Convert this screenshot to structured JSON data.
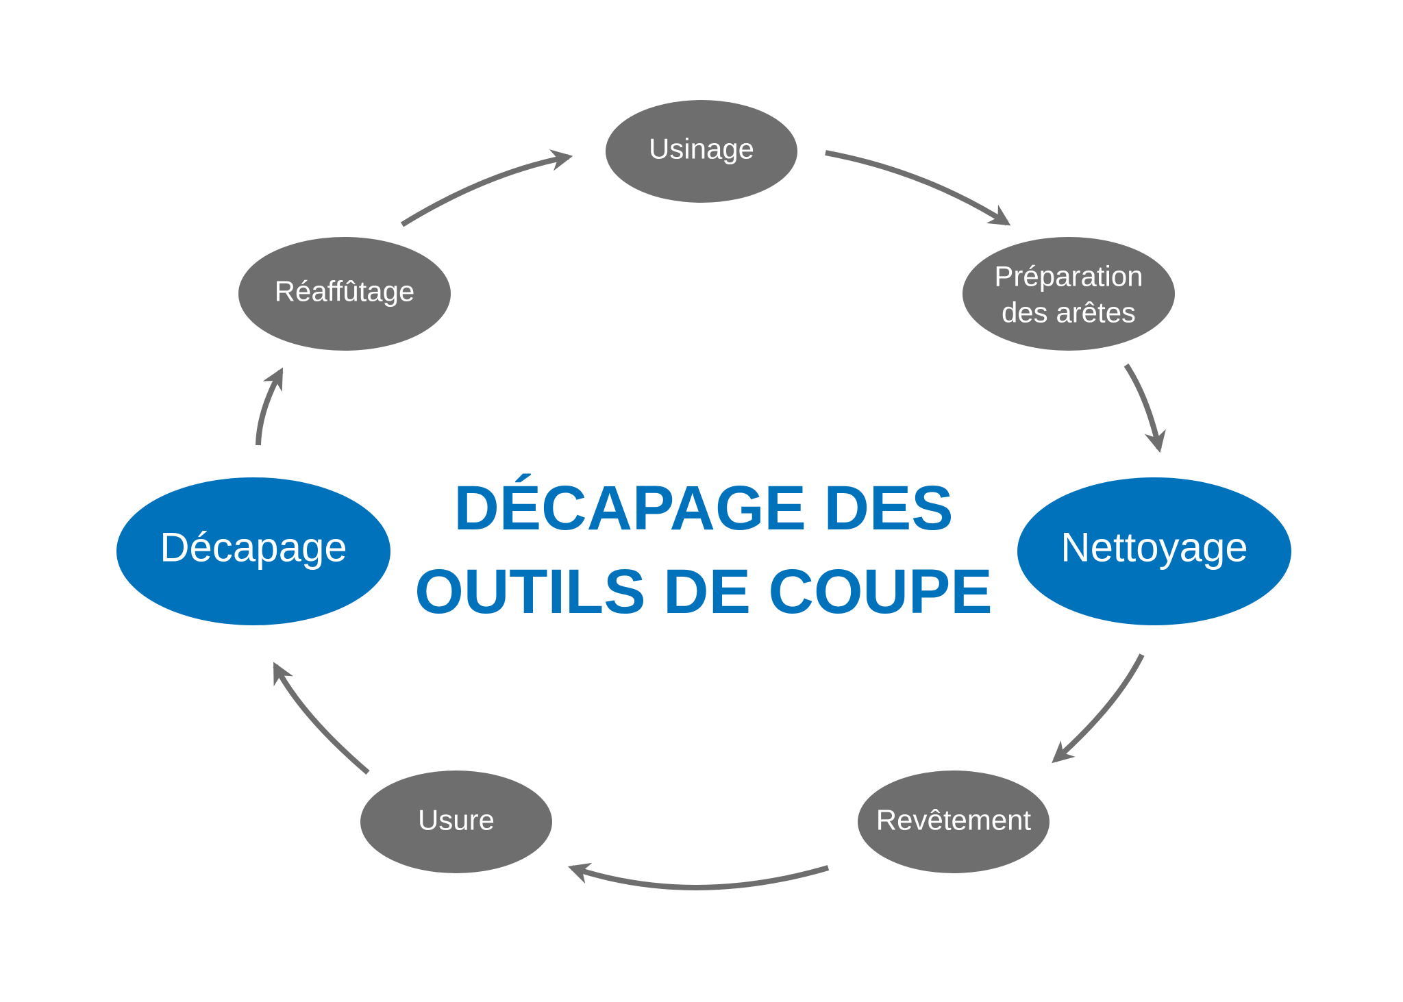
{
  "title": {
    "line1": "DÉCAPAGE DES",
    "line2": "OUTILS DE COUPE"
  },
  "colors": {
    "node_gray": "#6e6e6e",
    "node_blue": "#0072bc",
    "arrow": "#6e6e6e",
    "title": "#0072bc"
  },
  "nodes": {
    "usinage": "Usinage",
    "preparation_line1": "Préparation",
    "preparation_line2": "des arêtes",
    "nettoyage": "Nettoyage",
    "revetement": "Revêtement",
    "usure": "Usure",
    "decapage": "Décapage",
    "reaffutage": "Réaffûtage"
  },
  "cycle_order": [
    "Usinage",
    "Préparation des arêtes",
    "Nettoyage",
    "Revêtement",
    "Usure",
    "Décapage",
    "Réaffûtage"
  ]
}
